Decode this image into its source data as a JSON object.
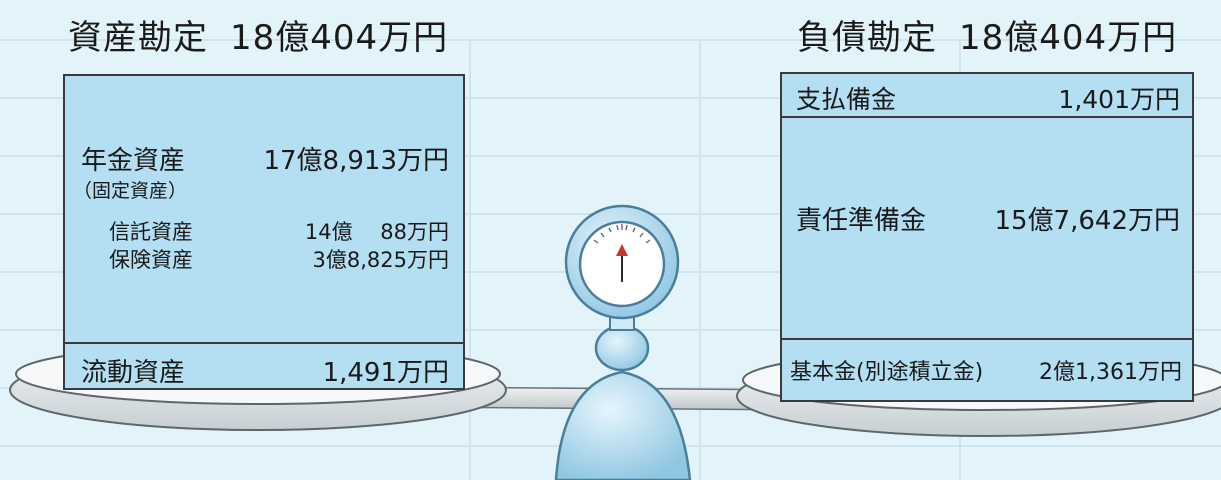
{
  "assets": {
    "title": "資産勘定",
    "total": "18億404万円",
    "pension": {
      "label": "年金資産",
      "sublabel": "（固定資産）",
      "value": "17億8,913万円"
    },
    "trust": {
      "label": "信託資産",
      "value": "14億　 88万円"
    },
    "insurance": {
      "label": "保険資産",
      "value": "3億8,825万円"
    },
    "current": {
      "label": "流動資産",
      "value": "1,491万円"
    }
  },
  "liabilities": {
    "title": "負債勘定",
    "total": "18億404万円",
    "payment_reserve": {
      "label": "支払備金",
      "value": "1,401万円"
    },
    "policy_reserve": {
      "label": "責任準備金",
      "value": "15億7,642万円"
    },
    "basic_fund": {
      "label": "基本金(別途積立金)",
      "value": "2億1,361万円"
    }
  },
  "colors": {
    "background": "#e2f3f9",
    "box_fill": "#b4def2",
    "border": "#3a3a3a",
    "scale_plate": "#e8ecee",
    "figure_fill": "#bfe3f5"
  },
  "icons": [
    "balance-scale-illustration",
    "gauge-dial-icon"
  ]
}
